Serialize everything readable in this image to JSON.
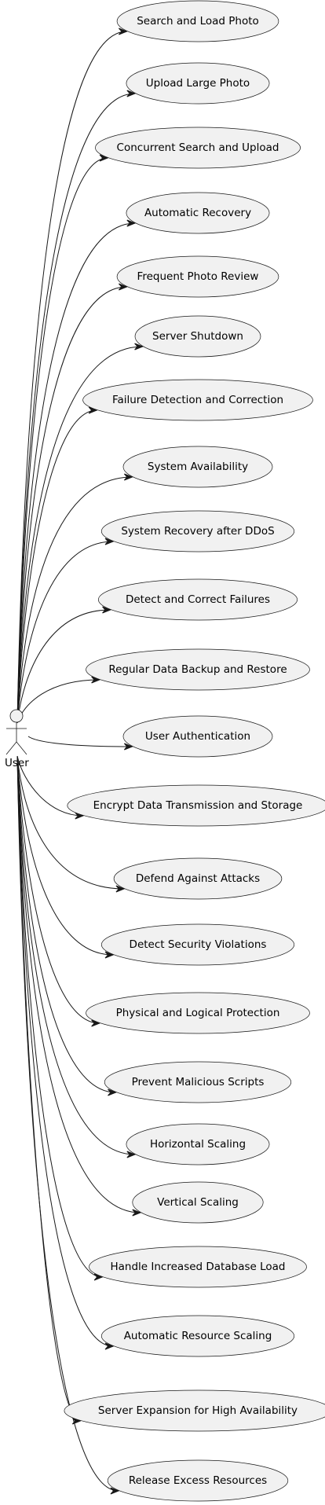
{
  "diagram": {
    "actor": {
      "label": "User"
    },
    "use_cases": [
      "Search and Load Photo",
      "Upload Large Photo",
      "Concurrent Search and Upload",
      "Automatic Recovery",
      "Frequent Photo Review",
      "Server Shutdown",
      "Failure Detection and Correction",
      "System Availability",
      "System Recovery after DDoS",
      "Detect and Correct Failures",
      "Regular Data Backup and Restore",
      "User Authentication",
      "Encrypt Data Transmission and Storage",
      "Defend Against Attacks",
      "Detect Security Violations",
      "Physical and Logical Protection",
      "Prevent Malicious Scripts",
      "Horizontal Scaling",
      "Vertical Scaling",
      "Handle Increased Database Load",
      "Automatic Resource Scaling",
      "Server Expansion for High Availability",
      "Release Excess Resources"
    ]
  }
}
